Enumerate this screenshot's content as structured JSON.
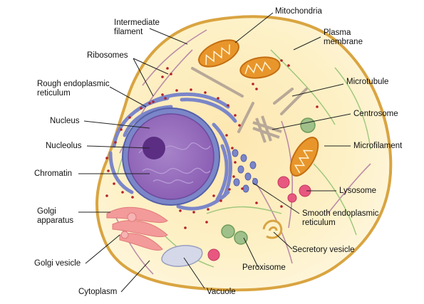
{
  "labels": {
    "intermediate_filament": "Intermediate\nfilament",
    "ribosomes": "Ribosomes",
    "rough_er": "Rough endoplasmic\nreticulum",
    "nucleus": "Nucleus",
    "nucleolus": "Nucleolus",
    "chromatin": "Chromatin",
    "golgi_apparatus": "Golgi\napparatus",
    "golgi_vesicle": "Golgi vesicle",
    "cytoplasm": "Cytoplasm",
    "vacuole": "Vacuole",
    "peroxisome": "Peroxisome",
    "secretory_vesicle": "Secretory vesicle",
    "smooth_er": "Smooth endoplasmic\nreticulum",
    "lysosome": "Lysosome",
    "microfilament": "Microfilament",
    "centrosome": "Centrosome",
    "microtubule": "Microtubule",
    "plasma_membrane": "Plasma\nmembrane",
    "mitochondria": "Mitochondria"
  },
  "colors": {
    "membrane": "#d9a441",
    "cytoplasm": "#fdf1c7",
    "nuclear_envelope": "#7b86c9",
    "nucleoplasm": "#9c6fbf",
    "nucleolus": "#5b2d83",
    "ribosome": "#b5202a",
    "mitochondria": "#e8962b",
    "golgi": "#f39a9a",
    "lysosome": "#e8577f",
    "peroxisome": "#9fc08a",
    "vacuole": "#d5d8e8",
    "microfilament": "#9cc57a",
    "intermediate_filament": "#b07aa1",
    "microtubule": "#b8a898"
  }
}
